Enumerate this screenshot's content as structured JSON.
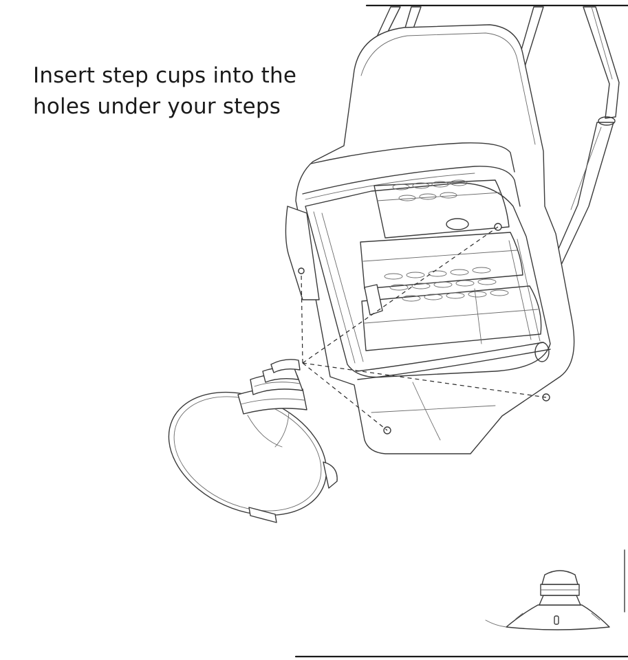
{
  "instruction": {
    "line1": "Insert step cups into the",
    "line2": "holes under your steps"
  },
  "icons": {
    "illustration": "step-stool-underside-illustration",
    "cup": "suction-cup-icon",
    "cup_thumb": "suction-cup-side-view-icon"
  }
}
